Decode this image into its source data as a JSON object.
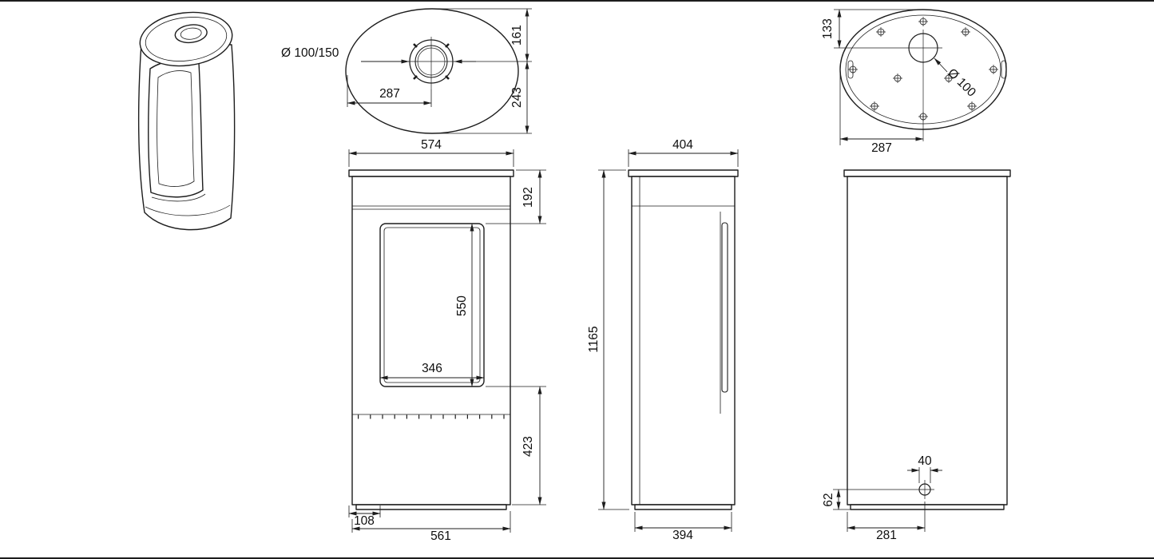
{
  "document": {
    "type": "technical-dimension-drawing",
    "subject": "oval wood stove, five orthographic views plus perspective"
  },
  "colors": {
    "line": "#1d1d1d",
    "background": "#ffffff"
  },
  "views": {
    "top_view": {
      "flue_diameter": "Ø 100/150",
      "center_offset": "287",
      "front_to_center": "161",
      "center_to_back": "243"
    },
    "bottom_view": {
      "edge_to_hole": "133",
      "hole_diameter": "Ø 100",
      "center_offset": "287"
    },
    "front_view": {
      "overall_width": "574",
      "top_to_glass": "192",
      "glass_height": "550",
      "glass_width": "346",
      "glass_to_floor": "423",
      "side_inset": "108",
      "base_width": "561"
    },
    "side_view": {
      "overall_depth": "404",
      "overall_height": "1165",
      "base_depth": "394"
    },
    "back_view": {
      "hole_diameter": "40",
      "hole_height": "62",
      "edge_to_hole": "281"
    }
  }
}
